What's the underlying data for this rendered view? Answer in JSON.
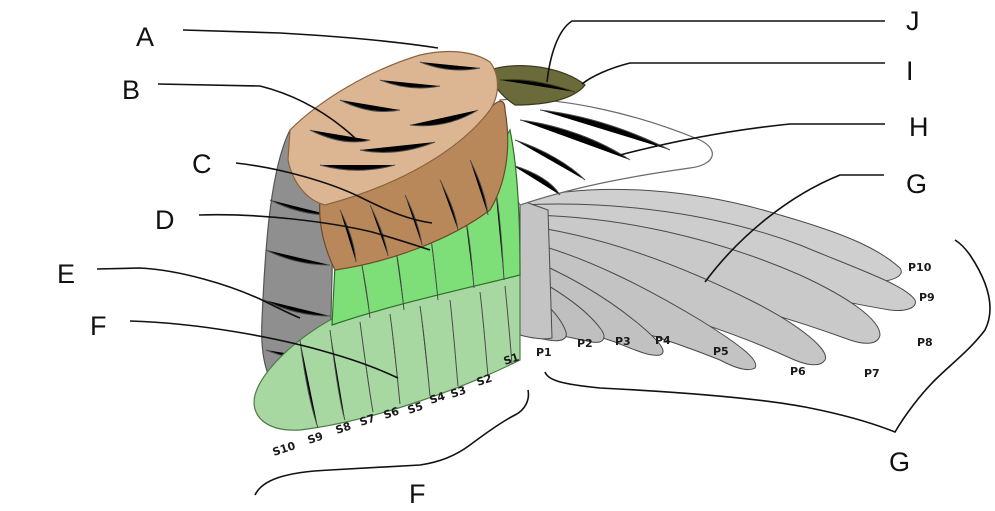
{
  "diagram": {
    "callouts": [
      {
        "id": "A",
        "letter": "A"
      },
      {
        "id": "B",
        "letter": "B"
      },
      {
        "id": "C",
        "letter": "C"
      },
      {
        "id": "D",
        "letter": "D"
      },
      {
        "id": "E",
        "letter": "E"
      },
      {
        "id": "F",
        "letter": "F"
      },
      {
        "id": "J",
        "letter": "J"
      },
      {
        "id": "I",
        "letter": "I"
      },
      {
        "id": "H",
        "letter": "H"
      },
      {
        "id": "G",
        "letter": "G"
      }
    ],
    "bracket_labels": {
      "secondaries": "F",
      "primaries": "G"
    },
    "primaries": [
      "P1",
      "P2",
      "P3",
      "P4",
      "P5",
      "P6",
      "P7",
      "P8",
      "P9",
      "P10"
    ],
    "secondaries": [
      "S1",
      "S2",
      "S3",
      "S4",
      "S5",
      "S6",
      "S7",
      "S8",
      "S9",
      "S10"
    ],
    "colors": {
      "marginal_coverts": "#dcb592",
      "lesser_coverts": "#b9885a",
      "median_coverts": "#7ede78",
      "greater_coverts_secondaries": "#a8d8a2",
      "tertials": "#8a8a8a",
      "primary_coverts": "#ffffff",
      "primaries": "#c8c8c8",
      "alula": "#6b6a3a"
    }
  }
}
